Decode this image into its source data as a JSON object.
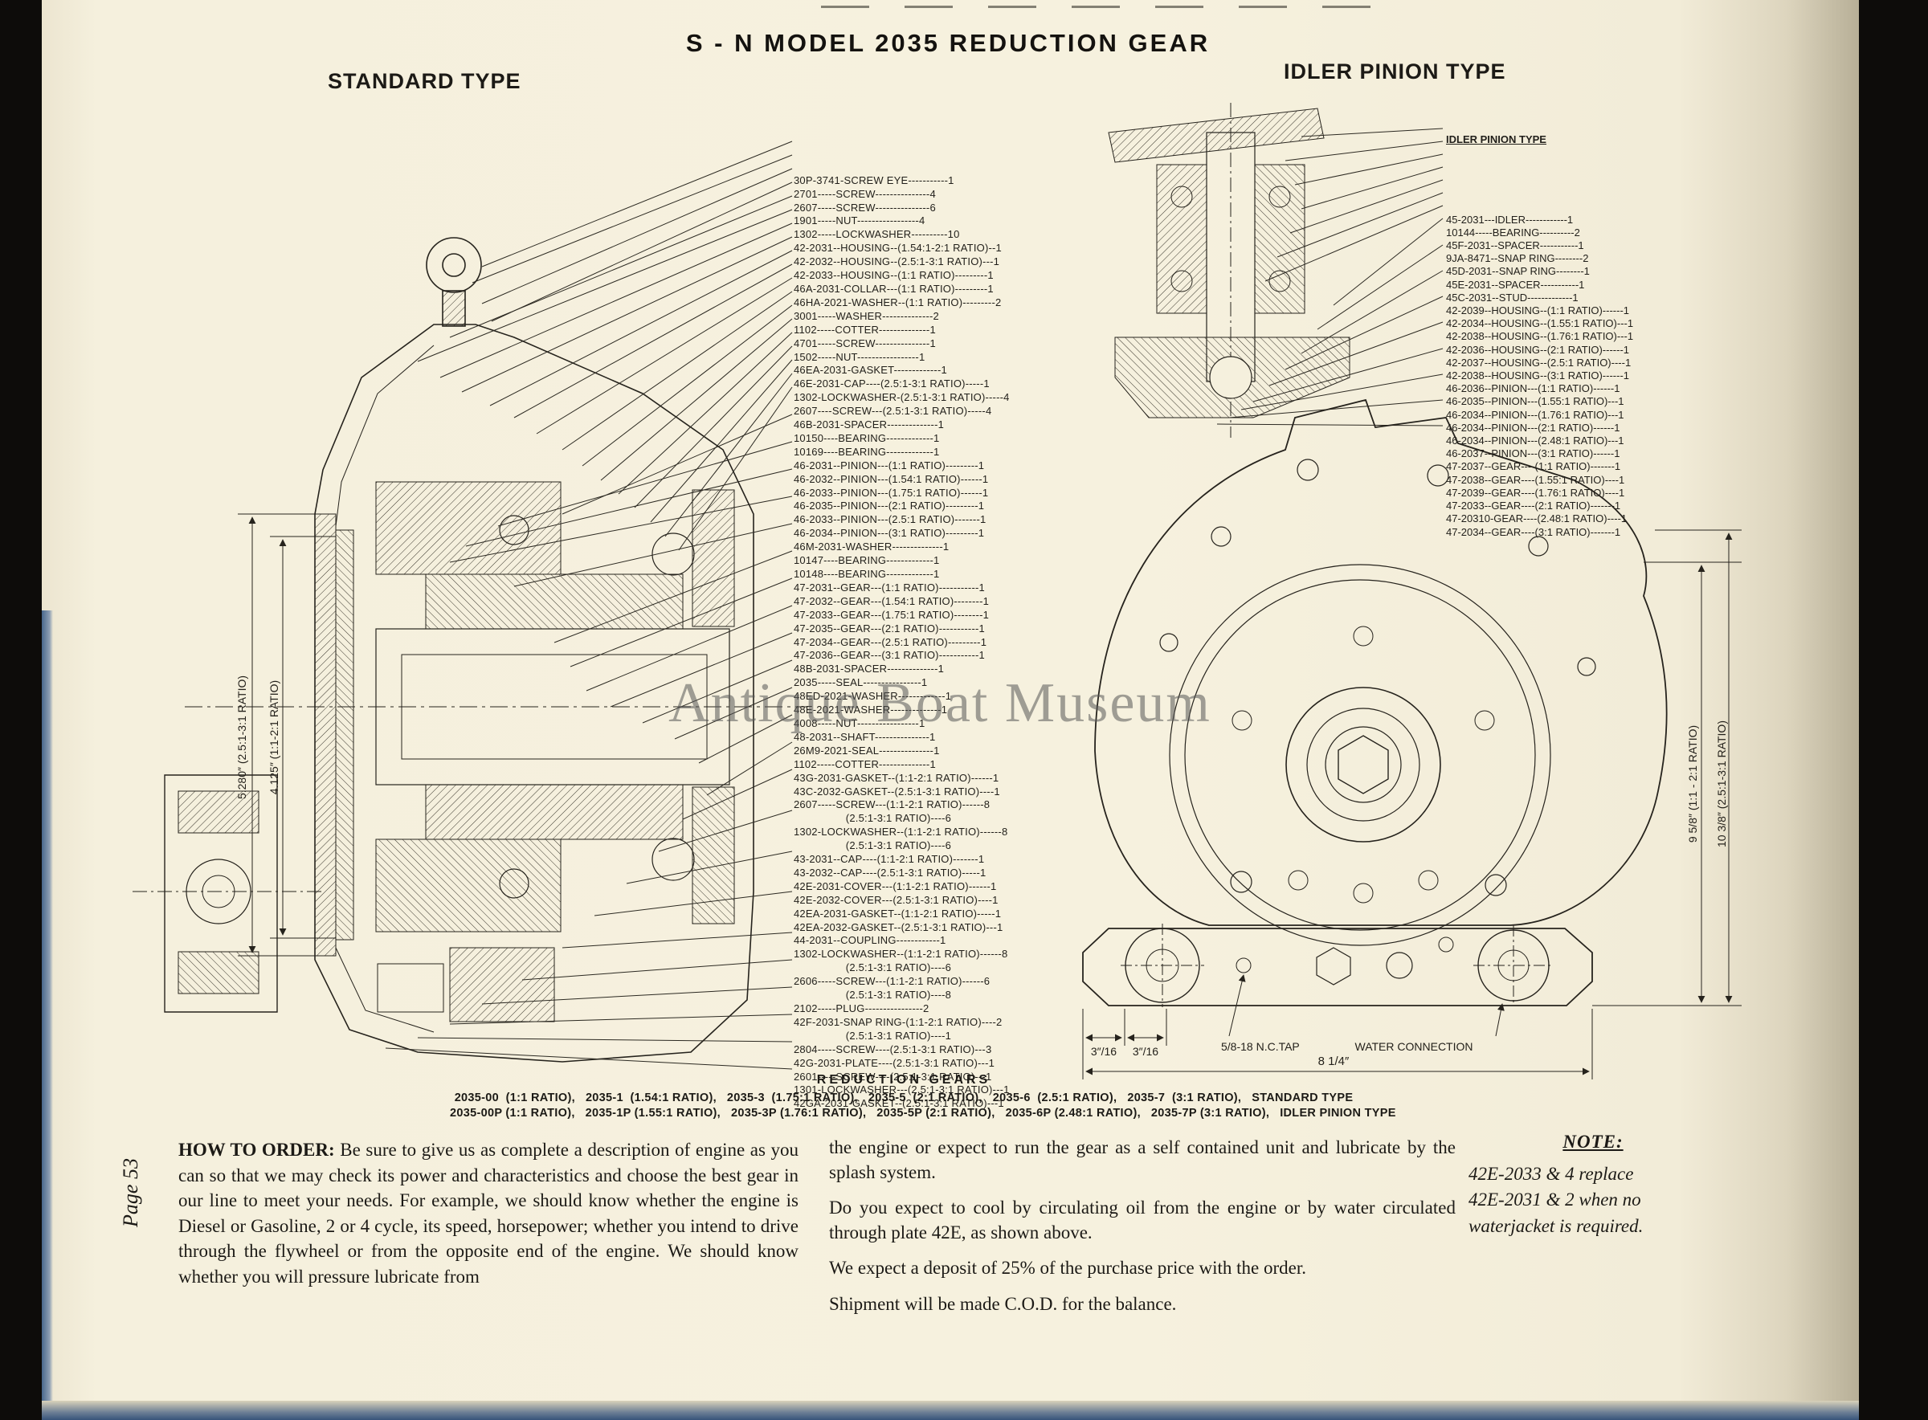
{
  "page": {
    "title": "S - N  MODEL  2035  REDUCTION  GEAR",
    "left_heading": "STANDARD TYPE",
    "right_heading": "IDLER PINION TYPE",
    "page_number": "Page 53",
    "watermark": "Antique Boat Museum"
  },
  "standard_parts": [
    "30P-3741-SCREW EYE-----------1",
    "2701-----SCREW---------------4",
    "2607-----SCREW---------------6",
    "1901-----NUT-----------------4",
    "1302-----LOCKWASHER----------10",
    "42-2031--HOUSING--(1.54:1-2:1 RATIO)--1",
    "42-2032--HOUSING--(2.5:1-3:1 RATIO)---1",
    "42-2033--HOUSING--(1:1 RATIO)---------1",
    "46A-2031-COLLAR---(1:1 RATIO)---------1",
    "46HA-2021-WASHER--(1:1 RATIO)---------2",
    "3001-----WASHER--------------2",
    "1102-----COTTER--------------1",
    "4701-----SCREW---------------1",
    "1502-----NUT-----------------1",
    "46EA-2031-GASKET-------------1",
    "46E-2031-CAP----(2.5:1-3:1 RATIO)-----1",
    "1302-LOCKWASHER-(2.5:1-3:1 RATIO)-----4",
    "2607----SCREW---(2.5:1-3:1 RATIO)-----4",
    "46B-2031-SPACER--------------1",
    "10150----BEARING-------------1",
    "10169----BEARING-------------1",
    "46-2031--PINION---(1:1 RATIO)---------1",
    "46-2032--PINION---(1.54:1 RATIO)------1",
    "46-2033--PINION---(1.75:1 RATIO)------1",
    "46-2035--PINION---(2:1 RATIO)---------1",
    "46-2033--PINION---(2.5:1 RATIO)-------1",
    "46-2034--PINION---(3:1 RATIO)---------1",
    "46M-2031-WASHER--------------1",
    "10147----BEARING-------------1",
    "10148----BEARING-------------1",
    "47-2031--GEAR---(1:1 RATIO)-----------1",
    "47-2032--GEAR---(1.54:1 RATIO)--------1",
    "47-2033--GEAR---(1.75:1 RATIO)--------1",
    "47-2035--GEAR---(2:1 RATIO)-----------1",
    "47-2034--GEAR---(2.5:1 RATIO)---------1",
    "47-2036--GEAR---(3:1 RATIO)-----------1",
    "48B-2031-SPACER--------------1",
    "2035-----SEAL----------------1",
    "48ED-2021-WASHER-------------1",
    "48E-2021-WASHER--------------1",
    "4008-----NUT-----------------1",
    "48-2031--SHAFT---------------1",
    "26M9-2021-SEAL---------------1",
    "1102-----COTTER--------------1",
    "43G-2031-GASKET--(1:1-2:1 RATIO)------1",
    "43C-2032-GASKET--(2.5:1-3:1 RATIO)----1",
    "2607-----SCREW---(1:1-2:1 RATIO)------8",
    "                 (2.5:1-3:1 RATIO)----6",
    "1302-LOCKWASHER--(1:1-2:1 RATIO)------8",
    "                 (2.5:1-3:1 RATIO)----6",
    "43-2031--CAP----(1:1-2:1 RATIO)-------1",
    "43-2032--CAP----(2.5:1-3:1 RATIO)-----1",
    "42E-2031-COVER---(1:1-2:1 RATIO)------1",
    "42E-2032-COVER---(2.5:1-3:1 RATIO)----1",
    "42EA-2031-GASKET--(1:1-2:1 RATIO)-----1",
    "42EA-2032-GASKET--(2.5:1-3:1 RATIO)---1",
    "44-2031--COUPLING------------1",
    "1302-LOCKWASHER--(1:1-2:1 RATIO)------8",
    "                 (2.5:1-3:1 RATIO)----6",
    "2606-----SCREW---(1:1-2:1 RATIO)------6",
    "                 (2.5:1-3:1 RATIO)----8",
    "2102-----PLUG----------------2",
    "42F-2031-SNAP RING-(1:1-2:1 RATIO)----2",
    "                 (2.5:1-3:1 RATIO)----1",
    "2804-----SCREW----(2.5:1-3:1 RATIO)---3",
    "42G-2031-PLATE----(2.5:1-3:1 RATIO)---1",
    "2601-----SCREW----(2.5:1-3:1 RATIO)---1",
    "1301-LOCKWASHER---(2.5:1-3:1 RATIO)---1",
    "42GA-2031-GASKET--(2.5:1-3:1 RATIO)---1"
  ],
  "idler": {
    "header": "IDLER PINION TYPE",
    "parts": [
      "45-2031---IDLER------------1",
      "10144-----BEARING----------2",
      "45F-2031--SPACER-----------1",
      "9JA-8471--SNAP RING--------2",
      "45D-2031--SNAP RING--------1",
      "45E-2031--SPACER-----------1",
      "45C-2031--STUD-------------1",
      "42-2039--HOUSING--(1:1 RATIO)------1",
      "42-2034--HOUSING--(1.55:1 RATIO)---1",
      "42-2038--HOUSING--(1.76:1 RATIO)---1",
      "42-2036--HOUSING--(2:1 RATIO)------1",
      "42-2037--HOUSING--(2.5:1 RATIO)----1",
      "42-2038--HOUSING--(3:1 RATIO)------1",
      "46-2036--PINION---(1:1 RATIO)------1",
      "46-2035--PINION---(1.55:1 RATIO)---1",
      "46-2034--PINION---(1.76:1 RATIO)---1",
      "46-2034--PINION---(2:1 RATIO)------1",
      "46-2034--PINION---(2.48:1 RATIO)---1",
      "46-2037--PINION---(3:1 RATIO)------1",
      "47-2037--GEAR----(1:1 RATIO)-------1",
      "47-2038--GEAR----(1.55:1 RATIO)----1",
      "47-2039--GEAR----(1.76:1 RATIO)----1",
      "47-2033--GEAR----(2:1 RATIO)-------1",
      "47-20310-GEAR----(2.48:1 RATIO)----1",
      "47-2034--GEAR----(3:1 RATIO)-------1"
    ]
  },
  "dims": {
    "dim_a": "5.280″ (2.5:1-3:1 RATIO)",
    "dim_b": "4.125″ (1:1-2:1 RATIO)",
    "right_inner": "9 5/8″  (1:1 - 2:1 RATIO)",
    "right_outer": "10 3/8″  (2.5:1-3:1 RATIO)",
    "frac_a": "3″/16",
    "frac_b": "3″/16",
    "tap": "5/8-18 N.C.TAP",
    "water": "WATER CONNECTION",
    "overall": "8 1/4″"
  },
  "reduction_gears": {
    "header": "REDUCTION   GEARS",
    "line1": "2035-00  (1:1 RATIO),   2035-1  (1.54:1 RATIO),   2035-3  (1.75:1 RATIO),   2035-5  (2:1 RATIO),   2035-6  (2.5:1 RATIO),   2035-7  (3:1 RATIO),   STANDARD TYPE",
    "line2": "2035-00P (1:1 RATIO),   2035-1P (1.55:1 RATIO),   2035-3P (1.76:1 RATIO),   2035-5P (2:1 RATIO),   2035-6P (2.48:1 RATIO),   2035-7P (3:1 RATIO),   IDLER PINION TYPE"
  },
  "how_to_order": {
    "lead": "HOW TO ORDER:",
    "body": " Be sure to give us as complete a description of engine as you can so that we may check its power and characteristics and choose the best gear in our line to meet your needs. For example, we should know whether the engine is Diesel or Gasoline, 2 or 4 cycle, its speed, horsepower; whether you intend to drive through the flywheel or from the opposite end of the engine. We should know whether you will pressure lubricate from"
  },
  "middle_paragraphs": [
    "the engine or expect to run the gear as a self contained unit and lubricate by the splash system.",
    "Do you expect to cool by circulating oil from the engine or by water circulated through plate 42E, as shown above.",
    "We expect a deposit of 25% of the purchase price with the order.",
    "Shipment will be made C.O.D. for the balance."
  ],
  "note": {
    "header": "NOTE:",
    "lines": [
      "42E-2033  &  4  replace",
      "42E-2031  &  2  when no",
      "waterjacket is required."
    ]
  }
}
